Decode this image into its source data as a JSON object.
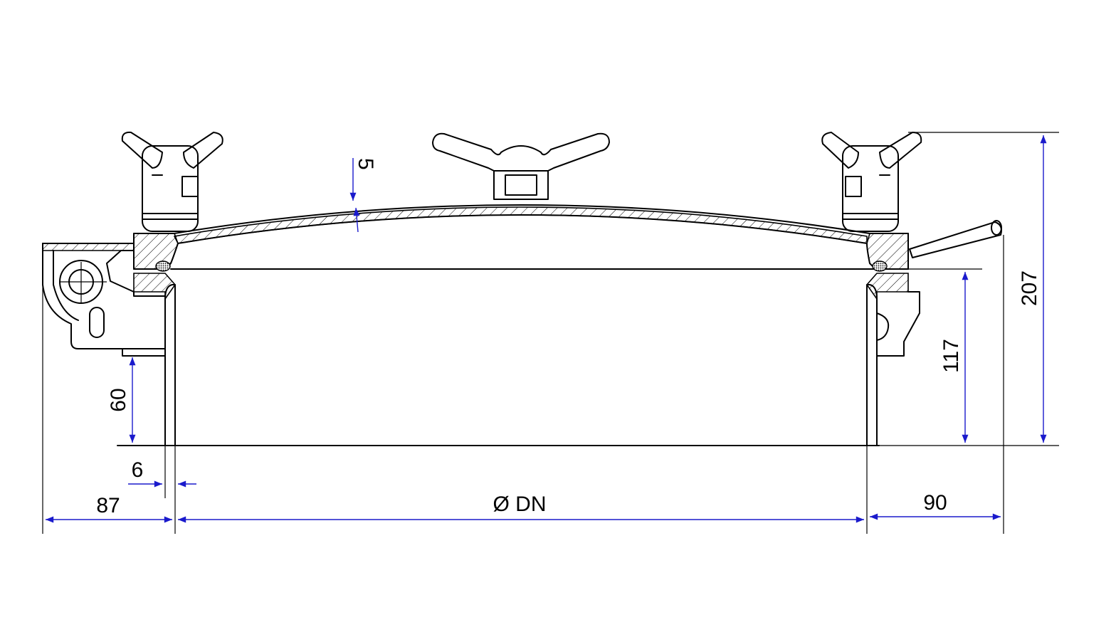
{
  "dimensions": {
    "lid_thickness": "5",
    "overall_height": "207",
    "frame_height": "117",
    "hinge_height": "60",
    "wall_thickness": "6",
    "left_offset": "87",
    "diameter": "Ø DN",
    "right_offset": "90"
  },
  "colors": {
    "dimension_lines": "#1a1acc",
    "outline": "#000000"
  }
}
